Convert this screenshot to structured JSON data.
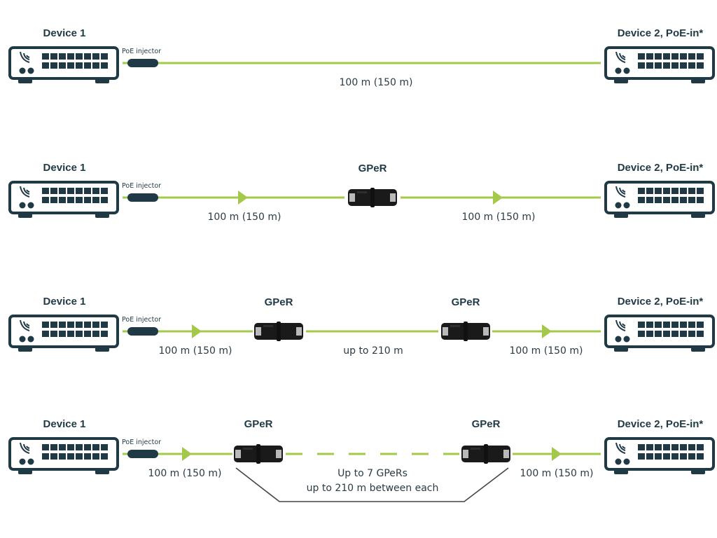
{
  "colors": {
    "cable": "#a3c94a",
    "device": "#1f3a45",
    "injector": "#1f3a45",
    "gper_body": "#1a1a1a",
    "gper_cap": "#b9b9b9",
    "bracket": "#444444"
  },
  "rows": [
    {
      "device_left": "Device 1",
      "device_right": "Device 2, PoE-in*",
      "injector_label": "PoE injector",
      "gper_labels": [],
      "distances": [
        "100 m (150 m)"
      ]
    },
    {
      "device_left": "Device 1",
      "device_right": "Device 2, PoE-in*",
      "injector_label": "PoE injector",
      "gper_labels": [
        "GPeR"
      ],
      "distances": [
        "100 m (150 m)",
        "100 m (150 m)"
      ]
    },
    {
      "device_left": "Device 1",
      "device_right": "Device 2, PoE-in*",
      "injector_label": "PoE injector",
      "gper_labels": [
        "GPeR",
        "GPeR"
      ],
      "distances": [
        "100 m (150 m)",
        "up to 210 m",
        "100 m (150 m)"
      ]
    },
    {
      "device_left": "Device 1",
      "device_right": "Device 2, PoE-in*",
      "injector_label": "PoE injector",
      "gper_labels": [
        "GPeR",
        "GPeR"
      ],
      "distances": [
        "100 m (150 m)",
        "100 m (150 m)"
      ],
      "chain_note": [
        "Up to 7 GPeRs",
        "up to 210 m between each"
      ]
    }
  ],
  "icons": {
    "device": "network-switch-icon",
    "injector": "poe-injector-icon",
    "repeater": "gper-repeater-icon",
    "arrow": "direction-arrow-icon"
  }
}
